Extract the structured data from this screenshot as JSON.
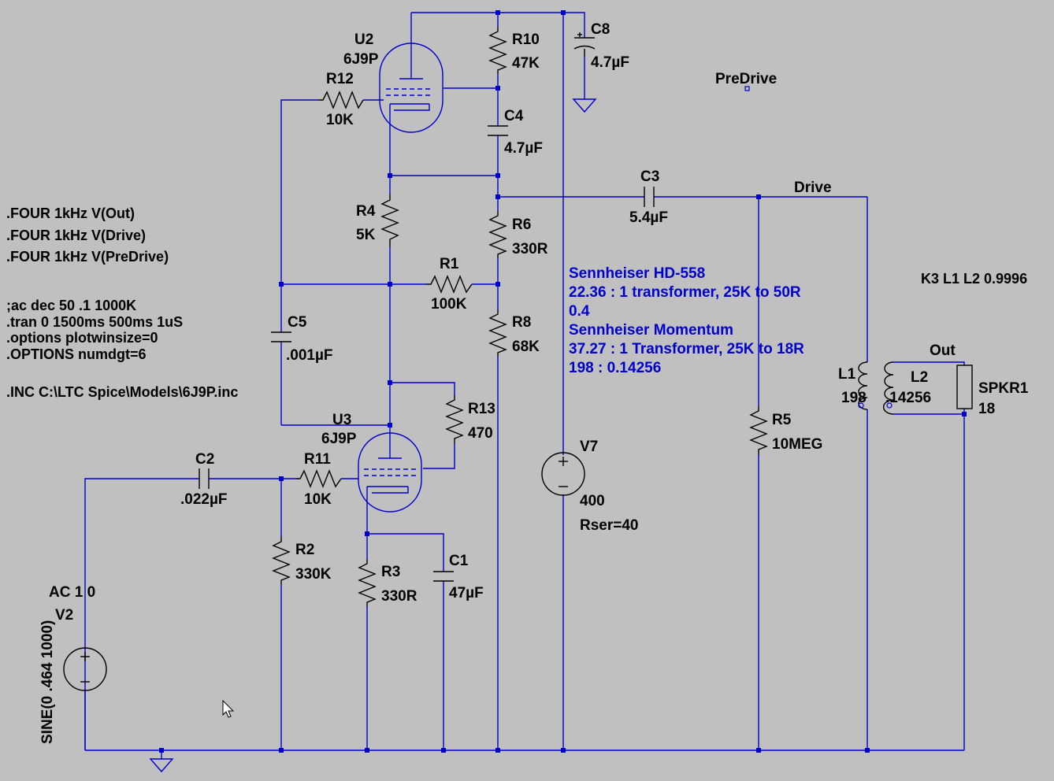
{
  "colors": {
    "background": "#c0c0c0",
    "wire": "#0000cc",
    "component": "#000000",
    "comment": "#0000cc"
  },
  "components": {
    "u2": {
      "name": "U2",
      "value": "6J9P"
    },
    "u3": {
      "name": "U3",
      "value": "6J9P"
    },
    "r1": {
      "name": "R1",
      "value": "100K"
    },
    "r2": {
      "name": "R2",
      "value": "330K"
    },
    "r3": {
      "name": "R3",
      "value": "330R"
    },
    "r4": {
      "name": "R4",
      "value": "5K"
    },
    "r5": {
      "name": "R5",
      "value": "10MEG"
    },
    "r6": {
      "name": "R6",
      "value": "330R"
    },
    "r8": {
      "name": "R8",
      "value": "68K"
    },
    "r10": {
      "name": "R10",
      "value": "47K"
    },
    "r11": {
      "name": "R11",
      "value": "10K"
    },
    "r12": {
      "name": "R12",
      "value": "10K"
    },
    "r13": {
      "name": "R13",
      "value": "470"
    },
    "c1": {
      "name": "C1",
      "value": "47µF"
    },
    "c2": {
      "name": "C2",
      "value": ".022µF"
    },
    "c3": {
      "name": "C3",
      "value": "5.4µF"
    },
    "c4": {
      "name": "C4",
      "value": "4.7µF"
    },
    "c5": {
      "name": "C5",
      "value": ".001µF"
    },
    "c8": {
      "name": "C8",
      "value": "4.7µF"
    },
    "v7": {
      "name": "V7",
      "value": "400",
      "extra": "Rser=40"
    },
    "v2": {
      "name": "V2",
      "ac": "AC 1 0",
      "value": "SINE(0 .464 1000)"
    },
    "l1": {
      "name": "L1",
      "value": "198"
    },
    "l2": {
      "name": "L2",
      "value": ".14256"
    },
    "spkr1": {
      "name": "SPKR1",
      "value": "18"
    }
  },
  "net_labels": {
    "predrive": "PreDrive",
    "drive": "Drive",
    "out": "Out"
  },
  "directives": [
    ".FOUR 1kHz V(Out)",
    ".FOUR 1kHz V(Drive)",
    ".FOUR 1kHz V(PreDrive)",
    ";ac dec 50 .1 1000K",
    ".tran 0 1500ms 500ms 1uS",
    ".options plotwinsize=0",
    ".OPTIONS numdgt=6",
    ".INC C:\\LTC Spice\\Models\\6J9P.inc"
  ],
  "coupling": "K3 L1 L2 0.9996",
  "comments": [
    "Sennheiser HD-558",
    "22.36 : 1 transformer, 25K to 50R",
    "0.4",
    "Sennheiser Momentum",
    "37.27 : 1 Transformer, 25K to 18R",
    "198 : 0.14256"
  ]
}
